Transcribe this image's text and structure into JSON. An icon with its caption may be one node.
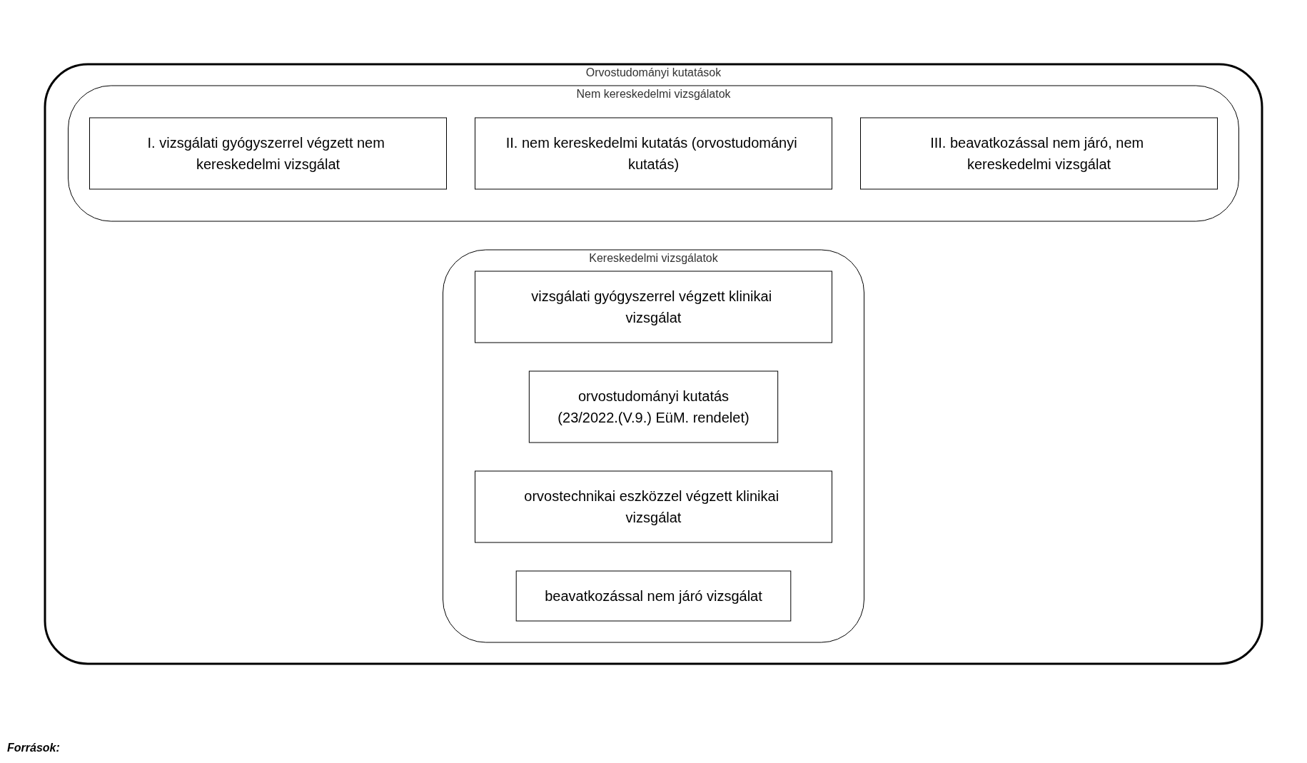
{
  "diagram": {
    "nodes": [
      {
        "text": [
          "Orvostudományi kutatások"
        ]
      },
      {
        "text": [
          "Kereskedelmi vizsgálatok"
        ],
        "in": 0
      },
      {
        "text": [
          "vizsgálati gyógyszerrel végzett klinikai vizsgálat"
        ],
        "in": 1
      },
      {
        "text": [
          "orvostudományi kutatás",
          "(23/2022.(V.9.) EüM. rendelet)"
        ],
        "in": 1
      },
      {
        "text": [
          "orvostechnikai eszközzel végzett klinikai vizsgálat"
        ],
        "in": 1
      },
      {
        "text": [
          "beavatkozással nem járó vizsgálat"
        ],
        "in": 1
      },
      {
        "text": [
          "Nem kereskedelmi vizsgálatok"
        ],
        "in": 0
      },
      {
        "text": [
          "I. vizsgálati gyógyszerrel végzett nem kereskedelmi vizsgálat"
        ],
        "in": 6
      },
      {
        "text": [
          "II. nem kereskedelmi kutatás (orvostudományi kutatás)"
        ],
        "in": 6
      },
      {
        "text": [
          "III. beavatkozással nem járó, nem kereskedelmi vizsgálat"
        ],
        "in": 6
      }
    ],
    "labels": [
      "Források:"
    ]
  }
}
